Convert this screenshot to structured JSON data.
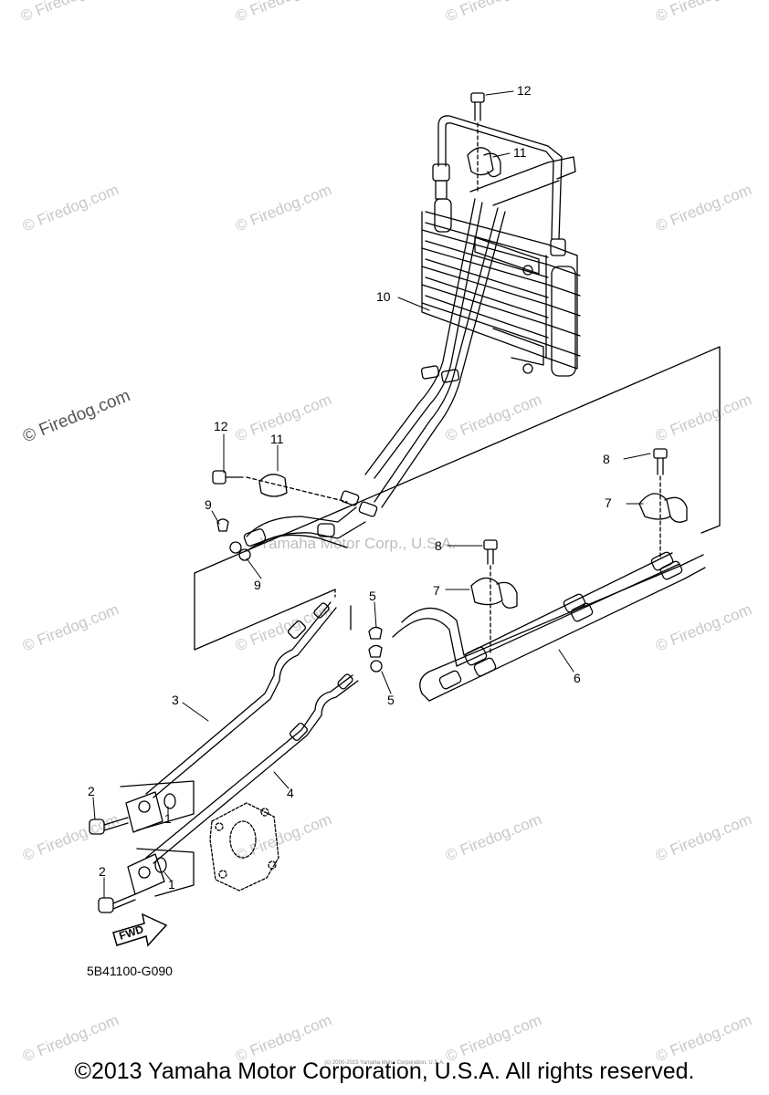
{
  "watermark": "© Firedog.com",
  "corp_watermark": "Yamaha Motor Corp., U.S.A.",
  "figure_code": "5B41100-G090",
  "copyright": "©2013 Yamaha Motor Corporation, U.S.A. All rights reserved.",
  "tiny_copyright": "(c) 2000-2015 Yamaha Motor Corporation, U.S.A.",
  "fwd_label": "FWD",
  "callouts": {
    "c12_top": "12",
    "c11_top": "11",
    "c10": "10",
    "c12_left": "12",
    "c11_left": "11",
    "c9_top": "9",
    "c9_bottom": "9",
    "c8_right": "8",
    "c7_right": "7",
    "c8_mid": "8",
    "c7_mid": "7",
    "c5_top": "5",
    "c5_bottom": "5",
    "c6": "6",
    "c3": "3",
    "c4": "4",
    "c2_top": "2",
    "c1_top": "1",
    "c2_bottom": "2",
    "c1_bottom": "1"
  }
}
